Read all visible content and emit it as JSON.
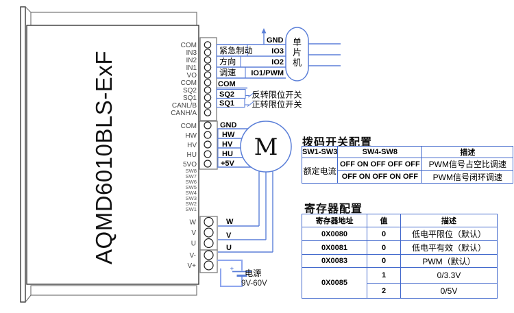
{
  "device": {
    "model": "AQMD6010BLS-ExF"
  },
  "terminals": {
    "signal_pins": [
      "COM",
      "IN3",
      "IN2",
      "IN1",
      "VO",
      "COM",
      "SQ2",
      "SQ1",
      "CANL/B",
      "CANH/A"
    ],
    "hall_pins": [
      "COM",
      "HW",
      "HV",
      "HU",
      "5VO"
    ],
    "dip_switches": [
      "SW8",
      "SW7",
      "SW6",
      "SW5",
      "SW4",
      "SW3",
      "SW2",
      "SW1"
    ],
    "phase_pins": [
      "W",
      "V",
      "U"
    ],
    "power_pins": [
      "V-",
      "V+"
    ]
  },
  "mcu": {
    "name_chars": [
      "单",
      "片",
      "机"
    ],
    "gnd_label": "GND",
    "signals": [
      {
        "label": "紧急制动",
        "io": "IO3"
      },
      {
        "label": "方向",
        "io": "IO2"
      },
      {
        "label": "调速",
        "io": "IO1/PWM"
      }
    ]
  },
  "limit_switches": {
    "com_label": "COM",
    "rows": [
      {
        "pin": "SQ2",
        "desc": "反转限位开关"
      },
      {
        "pin": "SQ1",
        "desc": "正转限位开关"
      }
    ]
  },
  "hall_wires": [
    "GND",
    "HW",
    "HV",
    "HU",
    "+5V"
  ],
  "motor": {
    "label": "M"
  },
  "phase_wires": [
    "W",
    "V",
    "U"
  ],
  "power": {
    "plus": "+",
    "label": "电源",
    "range": "9V-60V"
  },
  "dip_table": {
    "title": "拨码开关配置",
    "headers": [
      "SW1-SW3",
      "SW4-SW8",
      "描述"
    ],
    "row_group": "额定电流",
    "rows": [
      {
        "sw": "OFF ON OFF OFF OFF",
        "desc": "PWM信号占空比调速"
      },
      {
        "sw": "OFF ON OFF ON OFF",
        "desc": "PWM信号闭环调速"
      }
    ]
  },
  "reg_table": {
    "title": "寄存器配置",
    "headers": [
      "寄存器地址",
      "值",
      "描述"
    ],
    "rows": [
      {
        "addr": "0X0080",
        "val": "0",
        "desc": "低电平限位（默认）"
      },
      {
        "addr": "0X0081",
        "val": "0",
        "desc": "低电平有效（默认）"
      },
      {
        "addr": "0X0083",
        "val": "0",
        "desc": "PWM（默认）"
      },
      {
        "addr": "0X0085",
        "val": "1",
        "desc": "0/3.3V"
      },
      {
        "val": "2",
        "desc": "0/5V"
      }
    ]
  },
  "colors": {
    "wire_blue": "#5b7fd8",
    "power_wire_blue": "#8ea6ee",
    "table_border_blue": "#4168cc",
    "enclosure_outline": "#3a3a3a"
  }
}
